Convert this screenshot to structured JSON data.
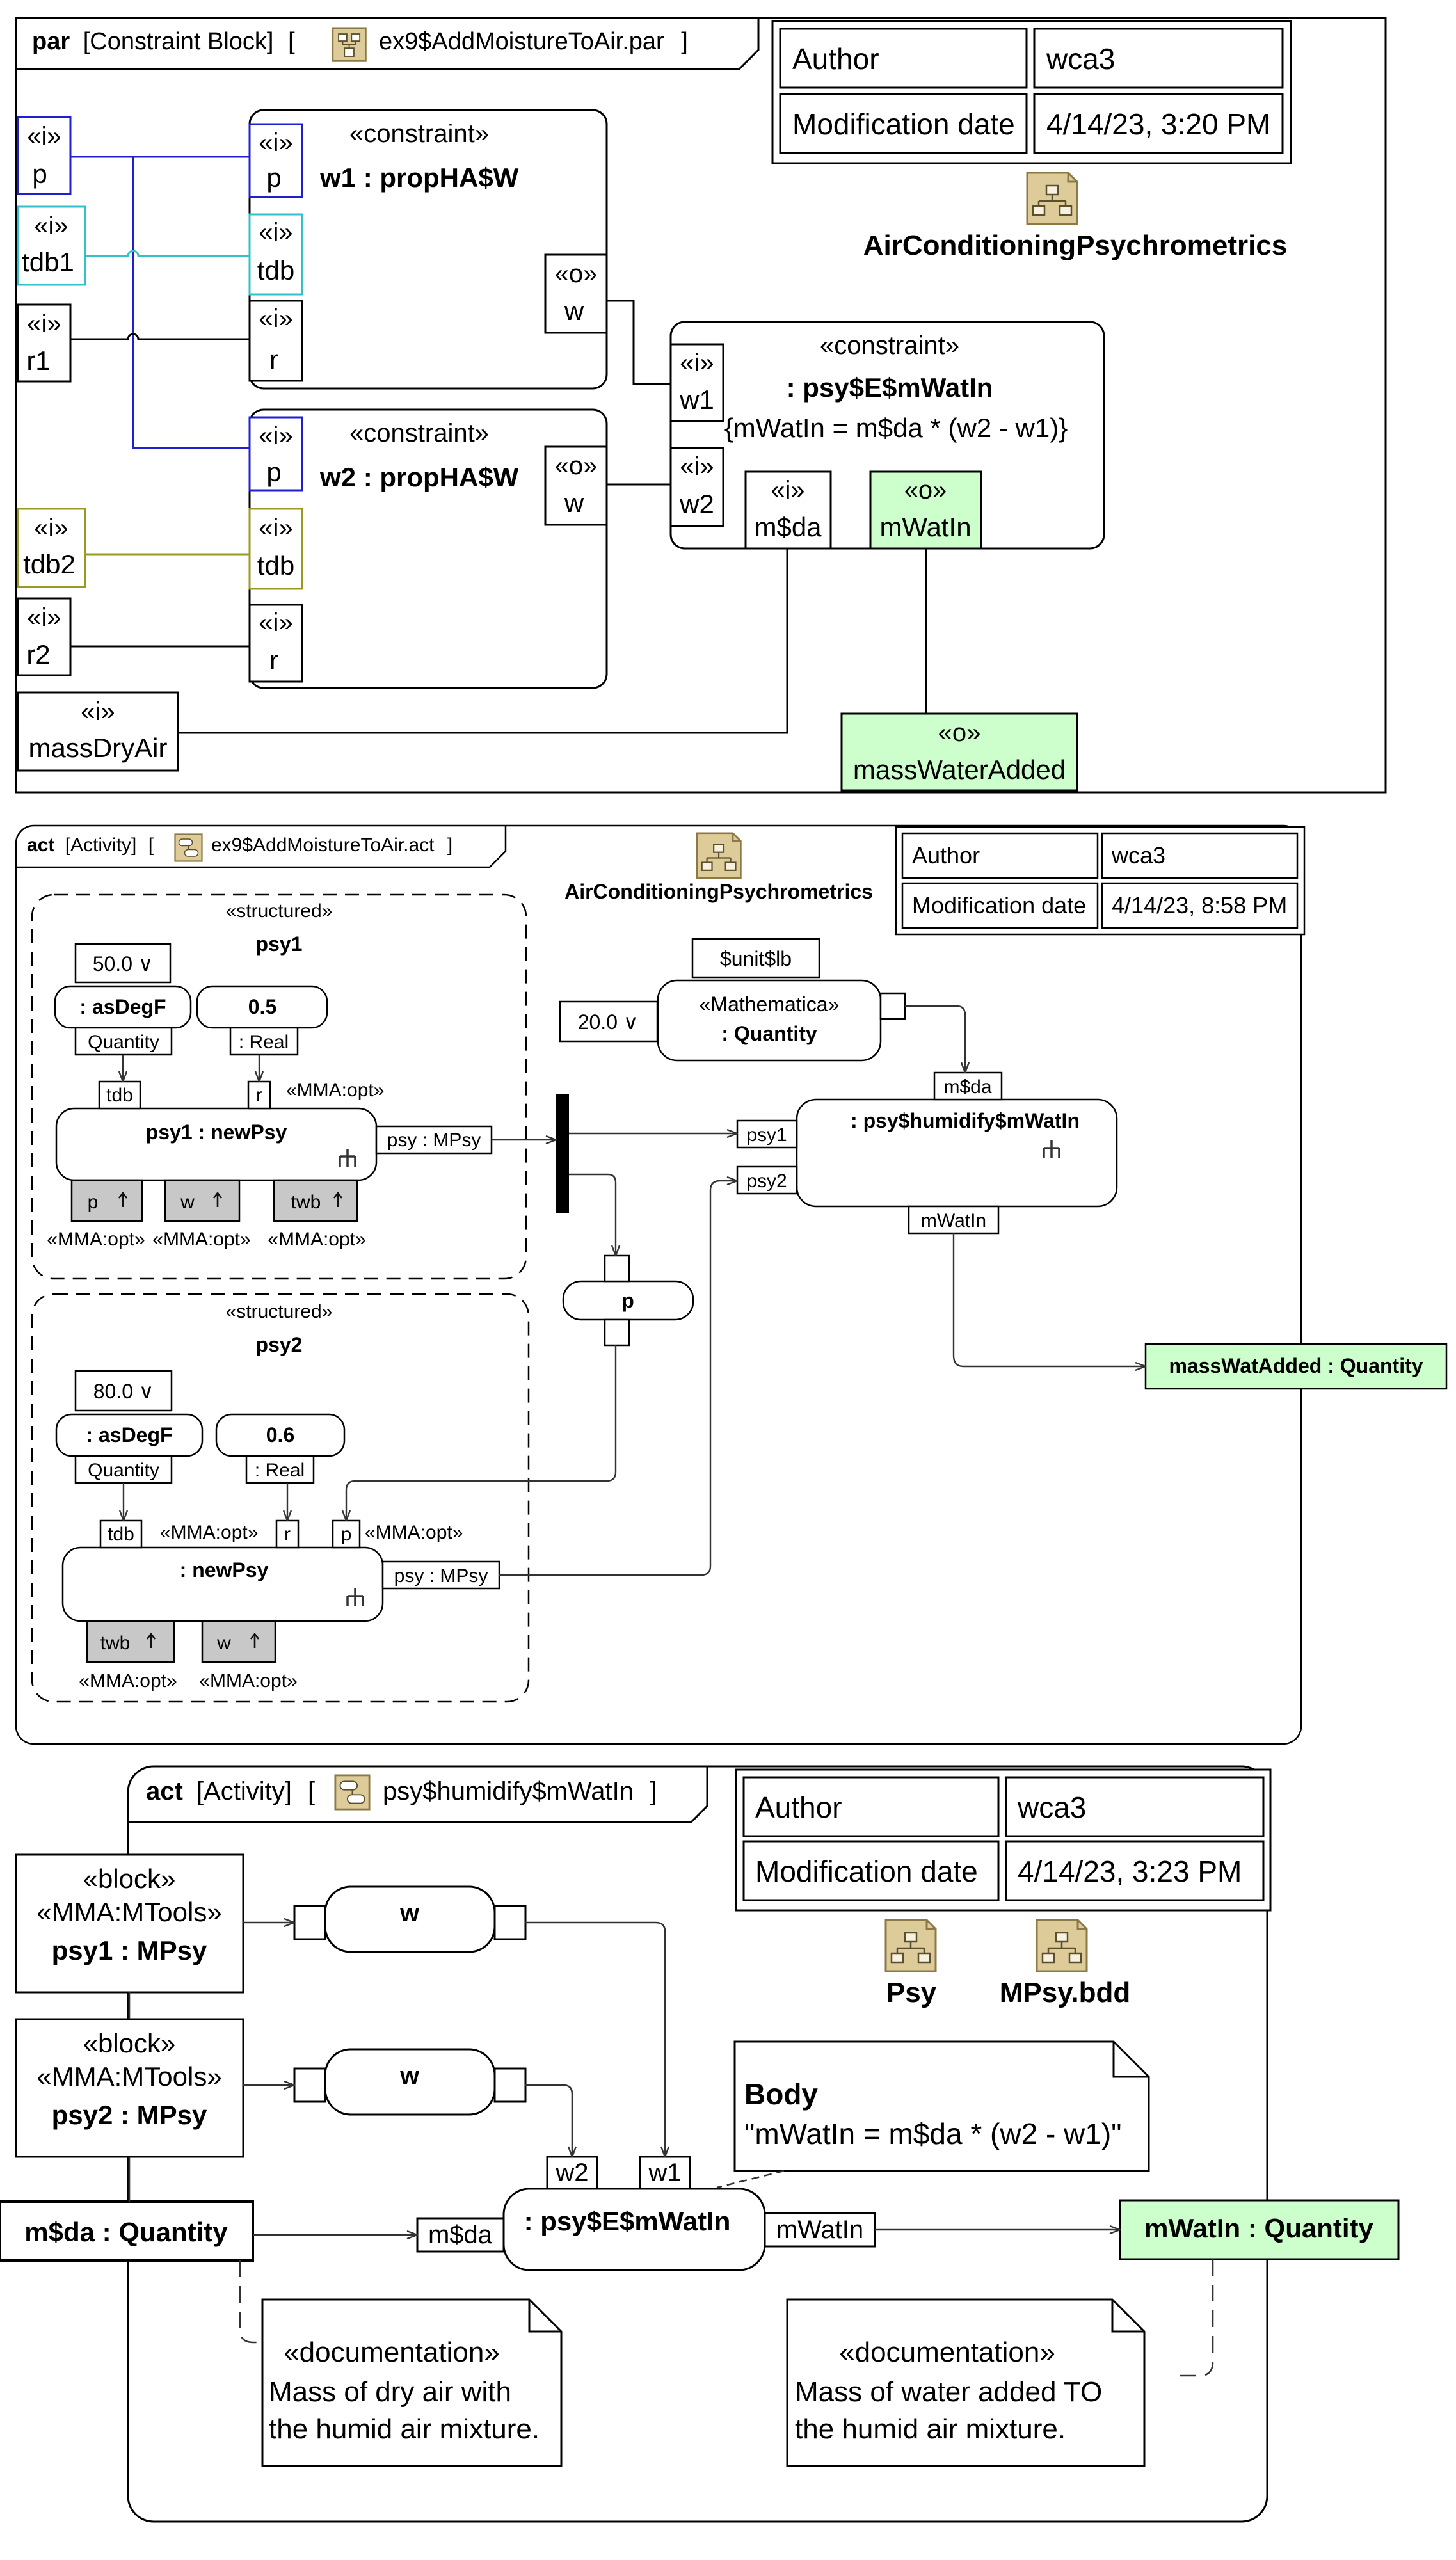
{
  "colors": {
    "blue": "#1f1fd0",
    "cyan": "#33c0c8",
    "olive": "#9a9a22",
    "green_fill": "#ccffcc",
    "gray_pin": "#c8c8c8",
    "icon_fill": "#ddcc99",
    "icon_stroke": "#8c7a46"
  },
  "icons": {
    "par_header": "parametric-diagram-icon",
    "act_header": "activity-diagram-icon",
    "package": "package-diagram-icon",
    "fork": "structure-fork-icon",
    "pin_arrow": "up-arrow-icon"
  },
  "par": {
    "kind": "par",
    "frame_type": "[Constraint Block]",
    "bracket_open": "[",
    "bracket_close": "]",
    "name": "ex9$AddMoistureToAir.par",
    "info": {
      "author_label": "Author",
      "author": "wca3",
      "mod_label": "Modification date",
      "mod_date": "4/14/23, 3:20 PM"
    },
    "link": "AirConditioningPsychrometrics",
    "stereo_in": "«i»",
    "stereo_out": "«o»",
    "stereo_constraint": "«constraint»",
    "outer_ports": {
      "p": "p",
      "tdb1": "tdb1",
      "r1": "r1",
      "tdb2": "tdb2",
      "r2": "r2",
      "massDryAir": "massDryAir",
      "massWaterAdded": "massWaterAdded"
    },
    "w1": {
      "name": "w1 : propHA$W",
      "p": "p",
      "tdb": "tdb",
      "r": "r",
      "w": "w"
    },
    "w2": {
      "name": "w2 : propHA$W",
      "p": "p",
      "tdb": "tdb",
      "r": "r",
      "w": "w"
    },
    "mw": {
      "name": ": psy$E$mWatIn",
      "expr": "{mWatIn = m$da * (w2 - w1)}",
      "w1": "w1",
      "w2": "w2",
      "mda": "m$da",
      "out": "mWatIn"
    }
  },
  "act": {
    "kind": "act",
    "frame_type": "[Activity]",
    "bracket_open": "[",
    "bracket_close": "]",
    "name": "ex9$AddMoistureToAir.act",
    "info": {
      "author_label": "Author",
      "author": "wca3",
      "mod_label": "Modification date",
      "mod_date": "4/14/23, 8:58 PM"
    },
    "link": "AirConditioningPsychrometrics",
    "structured": "«structured»",
    "opt": "«MMA:opt»",
    "psy1": {
      "title": "psy1",
      "temp_value": "50.0 ∨",
      "asdeg": ": asDegF",
      "quantity": "Quantity",
      "const_value": "0.5",
      "real": ": Real",
      "tdb": "tdb",
      "r": "r",
      "action": "psy1 : newPsy",
      "out": "psy : MPsy",
      "pin_p": "p",
      "pin_w": "w",
      "pin_twb": "twb"
    },
    "psy2": {
      "title": "psy2",
      "temp_value": "80.0 ∨",
      "asdeg": ": asDegF",
      "quantity": "Quantity",
      "const_value": "0.6",
      "real": ": Real",
      "tdb": "tdb",
      "r": "r",
      "p": "p",
      "action": ": newPsy",
      "out": "psy : MPsy",
      "pin_twb": "twb",
      "pin_w": "w"
    },
    "unit": "$unit$lb",
    "math_stereo": "«Mathematica»",
    "math_name": ": Quantity",
    "math_value": "20.0 ∨",
    "hum": {
      "name": ": psy$humidify$mWatIn",
      "mda": "m$da",
      "psy1": "psy1",
      "psy2": "psy2",
      "out": "mWatIn"
    },
    "p_action": "p",
    "result": "massWatAdded : Quantity"
  },
  "act2": {
    "kind": "act",
    "frame_type": "[Activity]",
    "bracket_open": "[",
    "bracket_close": "]",
    "name": "psy$humidify$mWatIn",
    "info": {
      "author_label": "Author",
      "author": "wca3",
      "mod_label": "Modification date",
      "mod_date": "4/14/23, 3:23 PM"
    },
    "links": {
      "psy": "Psy",
      "mpsy": "MPsy.bdd"
    },
    "block1": {
      "s1": "«block»",
      "s2": "«MMA:MTools»",
      "name": "psy1 : MPsy"
    },
    "block2": {
      "s1": "«block»",
      "s2": "«MMA:MTools»",
      "name": "psy2 : MPsy"
    },
    "w_action": "w",
    "mda": "m$da : Quantity",
    "note_body": {
      "title": "Body",
      "text": "\"mWatIn = m$da * (w2 - w1)\""
    },
    "center": {
      "name": ": psy$E$mWatIn",
      "w2": "w2",
      "w1": "w1",
      "mda": "m$da",
      "out": "mWatIn"
    },
    "result": "mWatIn : Quantity",
    "doc1": {
      "stereo": "«documentation»",
      "line1": "Mass of dry air with",
      "line2": "the humid air mixture."
    },
    "doc2": {
      "stereo": "«documentation»",
      "line1": "Mass of water added TO",
      "line2": "the humid air mixture."
    }
  }
}
